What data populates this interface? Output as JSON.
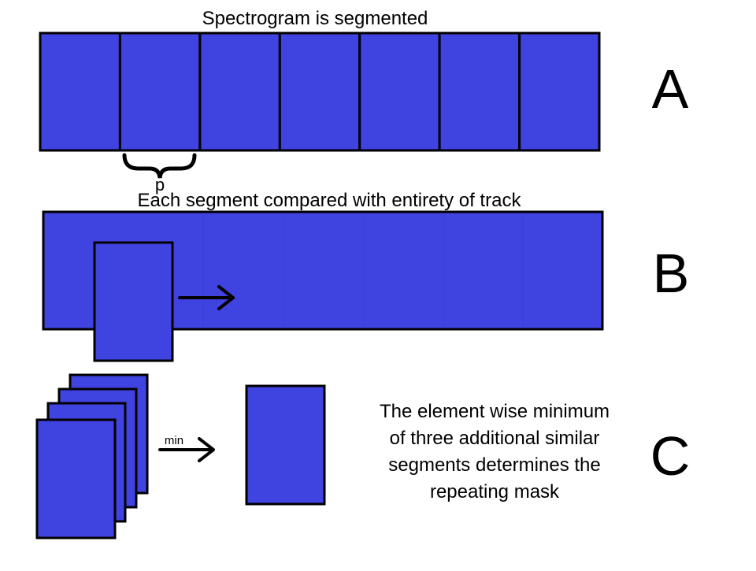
{
  "colors": {
    "segment_fill": "#3f43e0",
    "stroke": "#000000",
    "background": "#ffffff"
  },
  "panel_a": {
    "caption": "Spectrogram is segmented",
    "label": "A",
    "segment_count": 7,
    "brace_label": "p"
  },
  "panel_b": {
    "caption": "Each segment compared with entirety of track",
    "label": "B",
    "arrow": "right-arrow"
  },
  "panel_c": {
    "label": "C",
    "stacked_segments": 4,
    "arrow_label": "min",
    "description_lines": [
      "The element wise minimum",
      "of three additional similar",
      "segments determines the",
      "repeating mask"
    ]
  }
}
